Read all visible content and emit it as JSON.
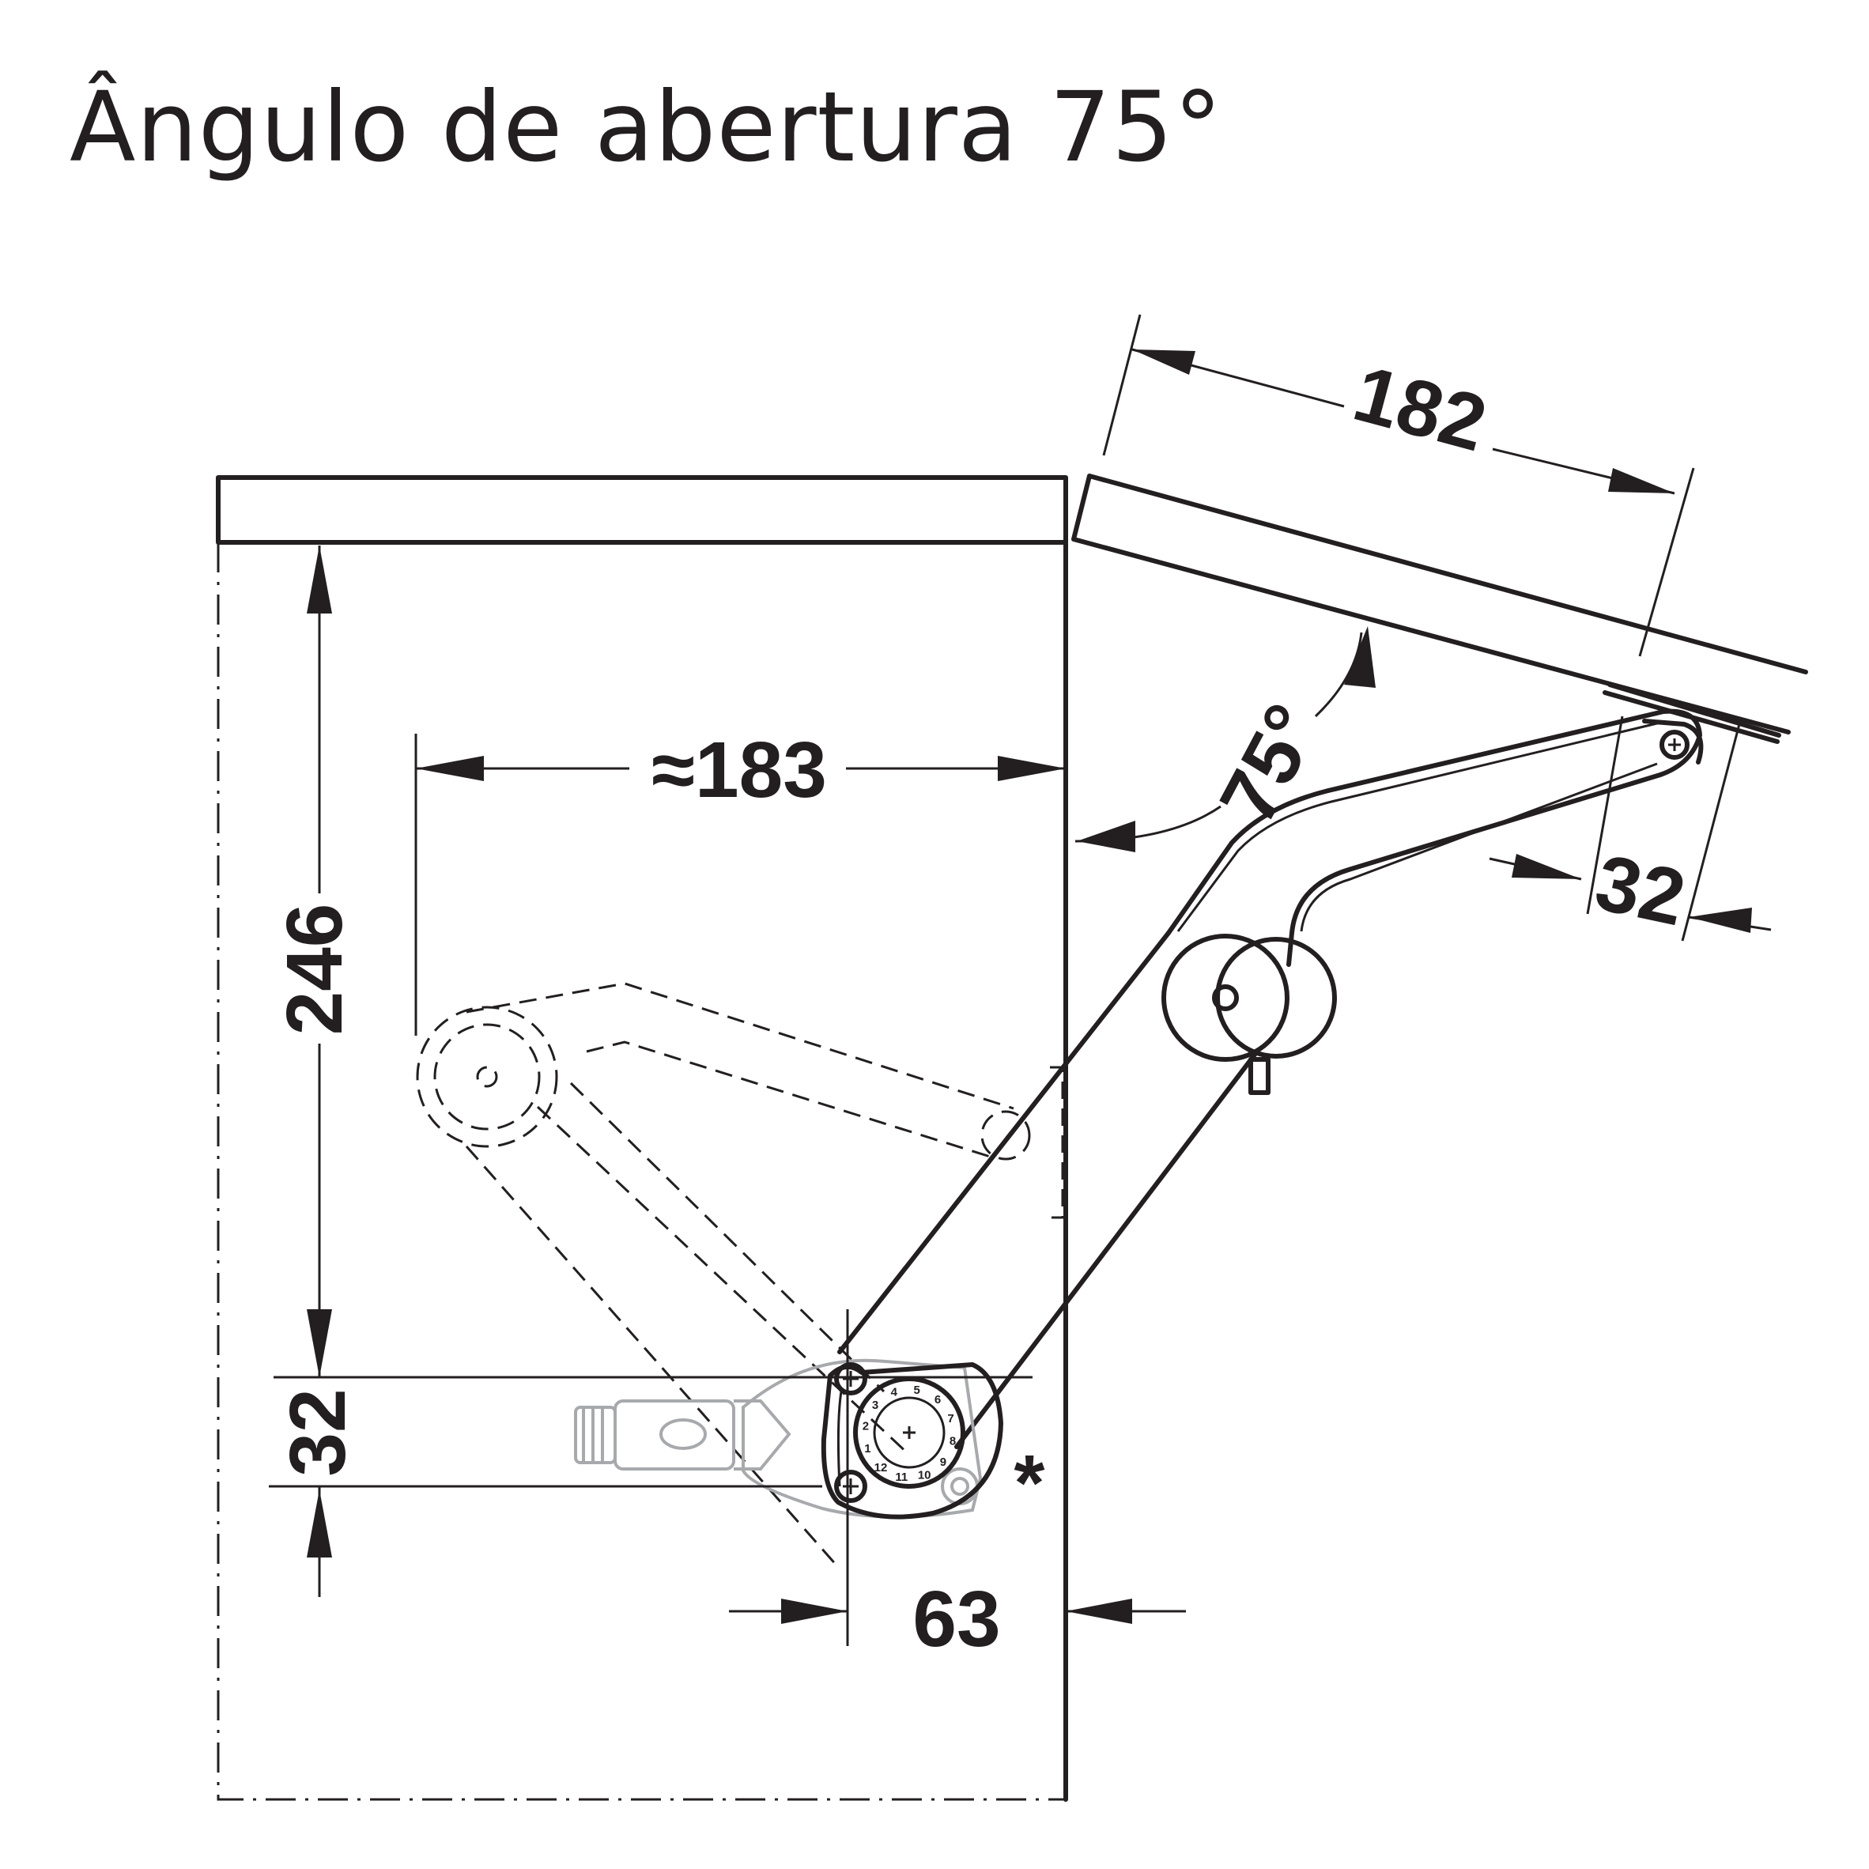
{
  "title": "Ângulo de abertura 75°",
  "dimensions": {
    "lid_arm_length": "182",
    "opening_angle": "75°",
    "horizontal_reach": "≈183",
    "cabinet_height": "246",
    "lid_offset": "32",
    "mount_spacing": "32",
    "side_offset": "63"
  },
  "marker": "*",
  "dial_numbers": [
    "1",
    "2",
    "3",
    "4",
    "5",
    "6",
    "7",
    "8",
    "9",
    "10",
    "11",
    "12"
  ],
  "colors": {
    "line": "#231f20",
    "mount_grey": "#a7a9ac",
    "background": "#ffffff"
  }
}
